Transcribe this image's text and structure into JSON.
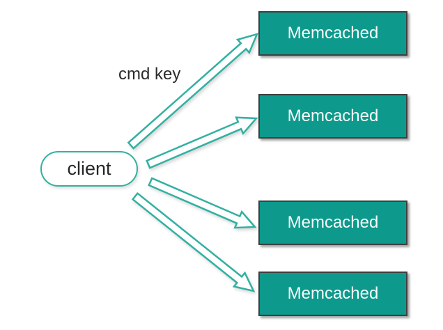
{
  "diagram": {
    "type": "architecture-diagram",
    "client": {
      "label": "client"
    },
    "edge_label": "cmd key",
    "servers": [
      {
        "id": "memcached-1",
        "label": "Memcached"
      },
      {
        "id": "memcached-2",
        "label": "Memcached"
      },
      {
        "id": "memcached-3",
        "label": "Memcached"
      },
      {
        "id": "memcached-4",
        "label": "Memcached"
      }
    ],
    "edges": [
      {
        "from": "client",
        "to": "memcached-1",
        "label": "cmd key"
      },
      {
        "from": "client",
        "to": "memcached-2"
      },
      {
        "from": "client",
        "to": "memcached-3"
      },
      {
        "from": "client",
        "to": "memcached-4"
      }
    ],
    "colors": {
      "background": "#ffffff",
      "server_fill": "#0d9a8c",
      "server_border": "#3f3f3f",
      "server_text": "#f7fbfa",
      "accent_teal": "#31b0a2",
      "arrow_fill": "#ffffff",
      "text_dark": "#2b2b2b"
    }
  }
}
